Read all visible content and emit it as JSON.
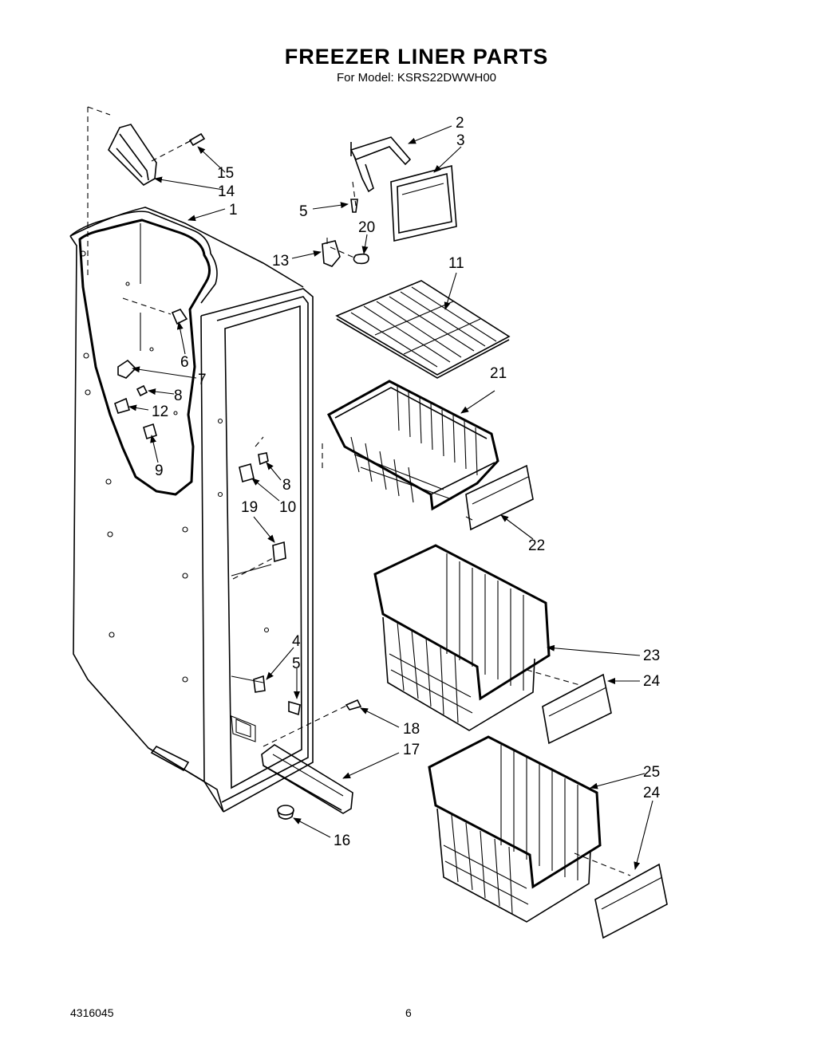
{
  "header": {
    "title": "FREEZER LINER PARTS",
    "subtitle": "For Model: KSRS22DWWH00"
  },
  "callouts": {
    "c1": "1",
    "c2": "2",
    "c3": "3",
    "c4": "4",
    "c5a": "5",
    "c5b": "5",
    "c6": "6",
    "c7": "7",
    "c8a": "8",
    "c8b": "8",
    "c9": "9",
    "c10": "10",
    "c11": "11",
    "c12": "12",
    "c13": "13",
    "c14": "14",
    "c15": "15",
    "c16": "16",
    "c17": "17",
    "c18": "18",
    "c19": "19",
    "c20": "20",
    "c21": "21",
    "c22": "22",
    "c23": "23",
    "c24a": "24",
    "c24b": "24",
    "c25": "25"
  },
  "footer": {
    "doc_number": "4316045",
    "page_number": "6"
  }
}
